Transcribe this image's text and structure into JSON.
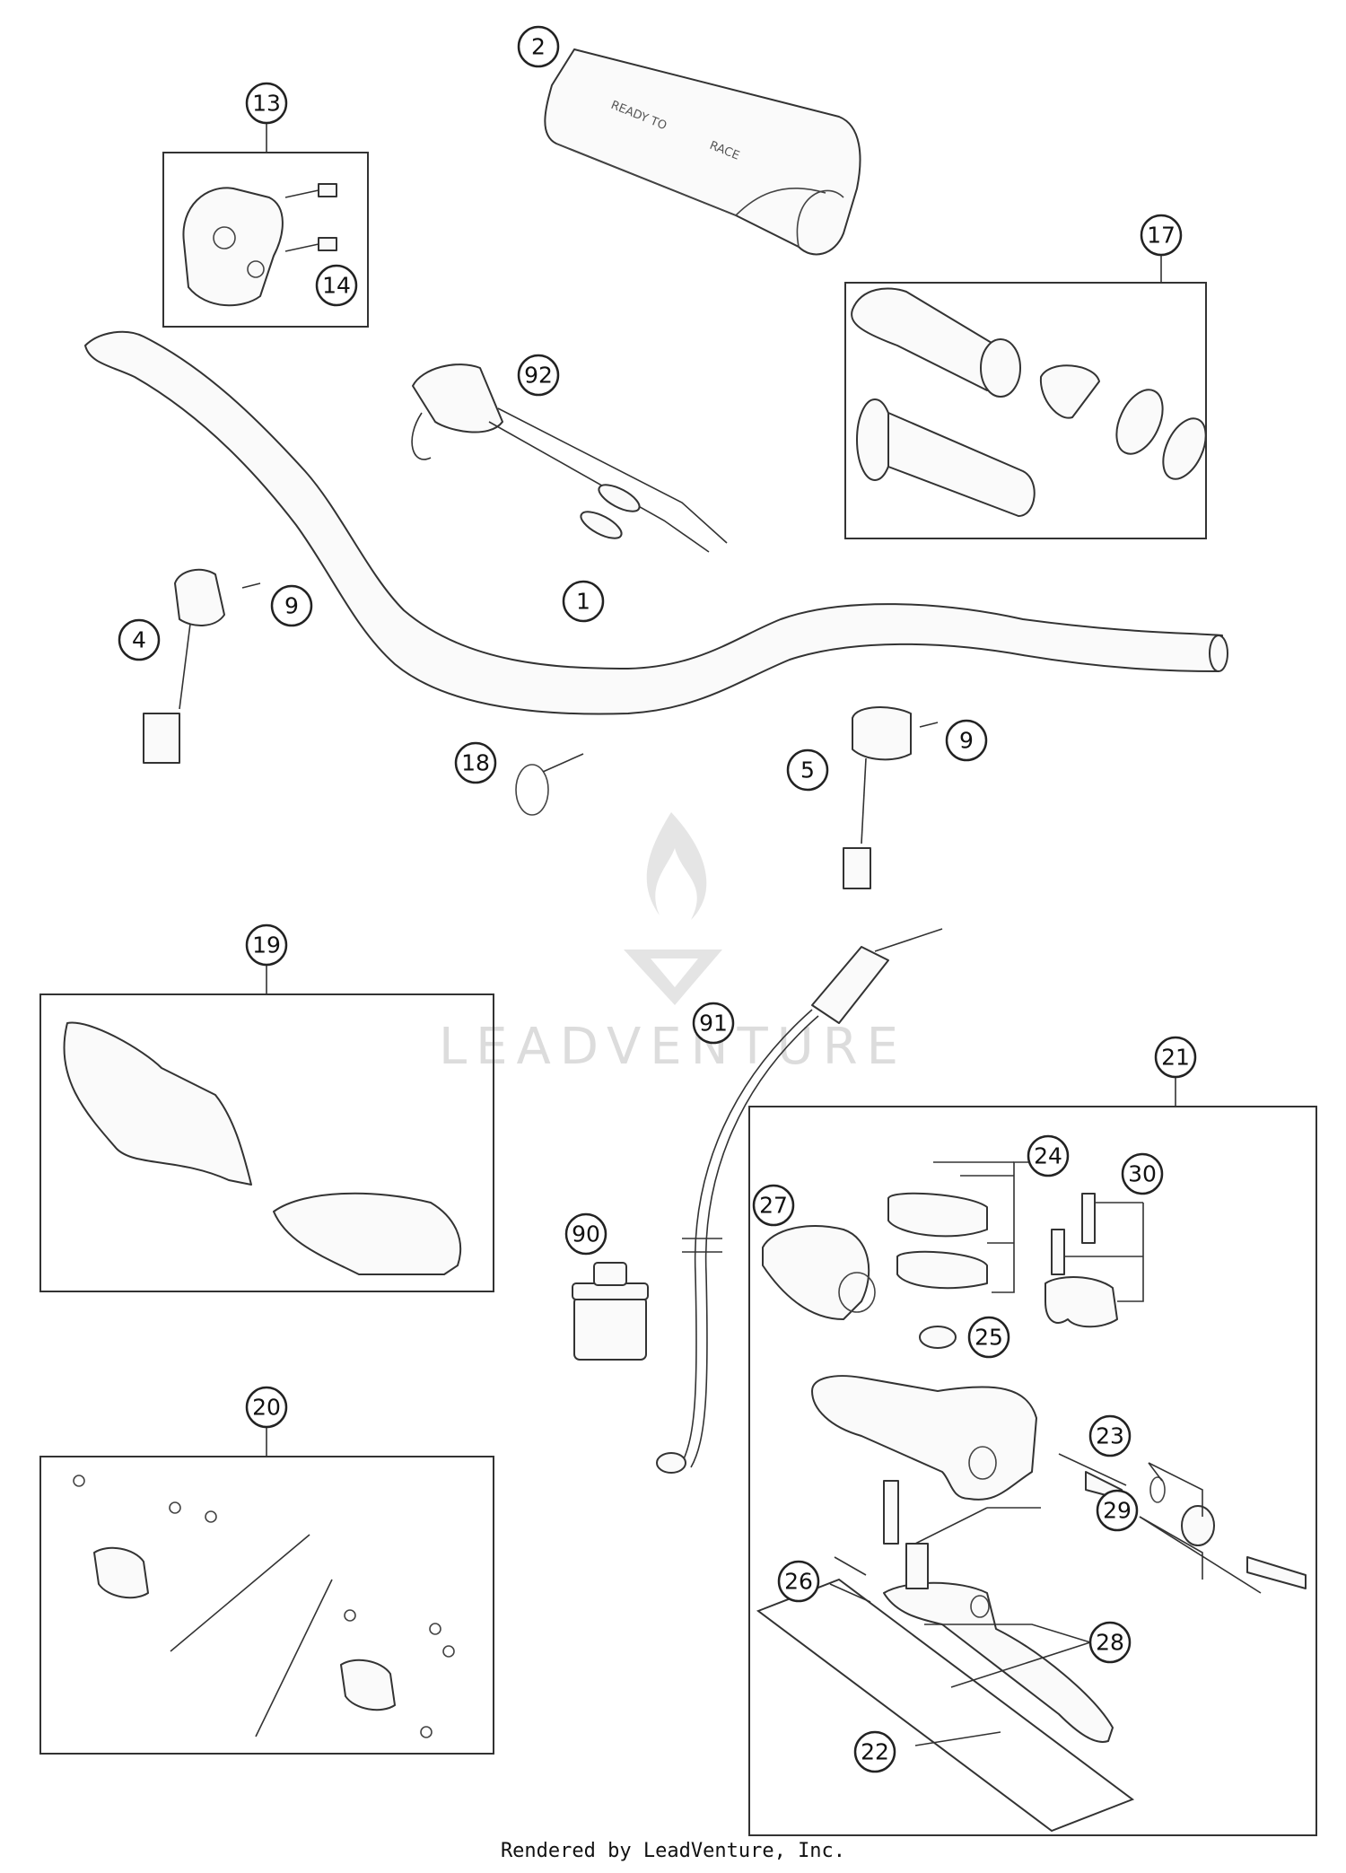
{
  "callouts": {
    "c1": "1",
    "c2": "2",
    "c4": "4",
    "c5": "5",
    "c9a": "9",
    "c9b": "9",
    "c13": "13",
    "c14": "14",
    "c17": "17",
    "c18": "18",
    "c19": "19",
    "c20": "20",
    "c21": "21",
    "c22": "22",
    "c23": "23",
    "c24": "24",
    "c25": "25",
    "c26": "26",
    "c27": "27",
    "c28": "28",
    "c29": "29",
    "c30": "30",
    "c90": "90",
    "c91": "91",
    "c92": "92"
  },
  "pad_text": {
    "left": "READY TO",
    "right": "RACE"
  },
  "watermark": {
    "text": "LEADVENTURE"
  },
  "footer": {
    "text": "Rendered by LeadVenture, Inc."
  }
}
